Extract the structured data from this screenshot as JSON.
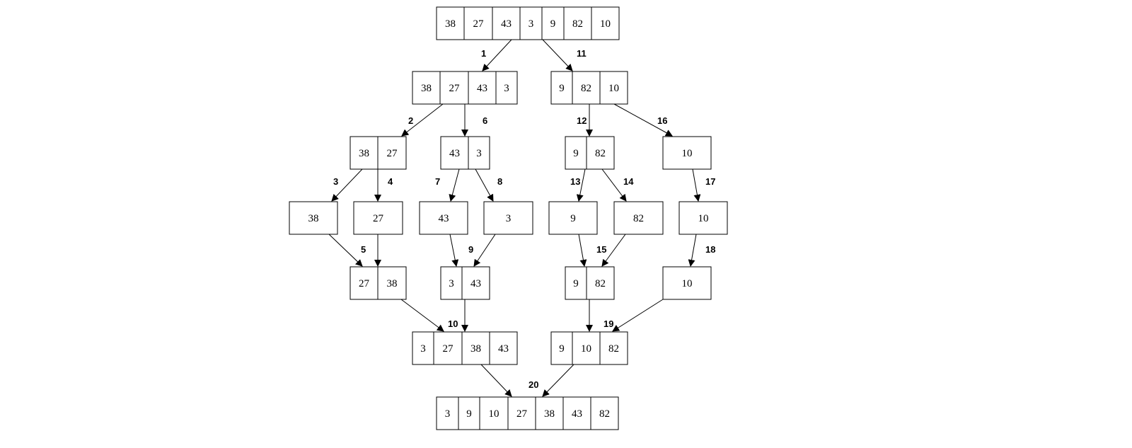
{
  "nodes": [
    {
      "id": "n0",
      "values": [
        "38",
        "27",
        "43",
        "3",
        "9",
        "82",
        "10"
      ]
    },
    {
      "id": "n1",
      "values": [
        "38",
        "27",
        "43",
        "3"
      ]
    },
    {
      "id": "n2",
      "values": [
        "9",
        "82",
        "10"
      ]
    },
    {
      "id": "n3",
      "values": [
        "38",
        "27"
      ]
    },
    {
      "id": "n4",
      "values": [
        "43",
        "3"
      ]
    },
    {
      "id": "n5",
      "values": [
        "9",
        "82"
      ]
    },
    {
      "id": "n6",
      "values": [
        "10"
      ]
    },
    {
      "id": "n7",
      "values": [
        "38"
      ]
    },
    {
      "id": "n8",
      "values": [
        "27"
      ]
    },
    {
      "id": "n9",
      "values": [
        "43"
      ]
    },
    {
      "id": "n10",
      "values": [
        "3"
      ]
    },
    {
      "id": "n11",
      "values": [
        "9"
      ]
    },
    {
      "id": "n12",
      "values": [
        "82"
      ]
    },
    {
      "id": "n13",
      "values": [
        "10"
      ]
    },
    {
      "id": "n14",
      "values": [
        "27",
        "38"
      ]
    },
    {
      "id": "n15",
      "values": [
        "3",
        "43"
      ]
    },
    {
      "id": "n16",
      "values": [
        "9",
        "82"
      ]
    },
    {
      "id": "n17",
      "values": [
        "10"
      ]
    },
    {
      "id": "n18",
      "values": [
        "3",
        "27",
        "38",
        "43"
      ]
    },
    {
      "id": "n19",
      "values": [
        "9",
        "10",
        "82"
      ]
    },
    {
      "id": "n20",
      "values": [
        "3",
        "9",
        "10",
        "27",
        "38",
        "43",
        "82"
      ]
    }
  ],
  "edges": [
    {
      "from": "n0",
      "to": "n1",
      "label": "1"
    },
    {
      "from": "n0",
      "to": "n2",
      "label": "11"
    },
    {
      "from": "n1",
      "to": "n3",
      "label": "2"
    },
    {
      "from": "n1",
      "to": "n4",
      "label": "6"
    },
    {
      "from": "n2",
      "to": "n5",
      "label": "12"
    },
    {
      "from": "n2",
      "to": "n6",
      "label": "16"
    },
    {
      "from": "n3",
      "to": "n7",
      "label": "3"
    },
    {
      "from": "n3",
      "to": "n8",
      "label": "4"
    },
    {
      "from": "n4",
      "to": "n9",
      "label": "7"
    },
    {
      "from": "n4",
      "to": "n10",
      "label": "8"
    },
    {
      "from": "n5",
      "to": "n11",
      "label": "13"
    },
    {
      "from": "n5",
      "to": "n12",
      "label": "14"
    },
    {
      "from": "n6",
      "to": "n13",
      "label": "17"
    },
    {
      "from": "n7",
      "to": "n14",
      "label": "5"
    },
    {
      "from": "n8",
      "to": "n14",
      "label": ""
    },
    {
      "from": "n9",
      "to": "n15",
      "label": "9"
    },
    {
      "from": "n10",
      "to": "n15",
      "label": ""
    },
    {
      "from": "n11",
      "to": "n16",
      "label": "15"
    },
    {
      "from": "n12",
      "to": "n16",
      "label": ""
    },
    {
      "from": "n13",
      "to": "n17",
      "label": "18"
    },
    {
      "from": "n14",
      "to": "n18",
      "label": "10"
    },
    {
      "from": "n15",
      "to": "n18",
      "label": ""
    },
    {
      "from": "n16",
      "to": "n19",
      "label": "19"
    },
    {
      "from": "n17",
      "to": "n19",
      "label": ""
    },
    {
      "from": "n18",
      "to": "n20",
      "label": "20"
    },
    {
      "from": "n19",
      "to": "n20",
      "label": ""
    }
  ]
}
